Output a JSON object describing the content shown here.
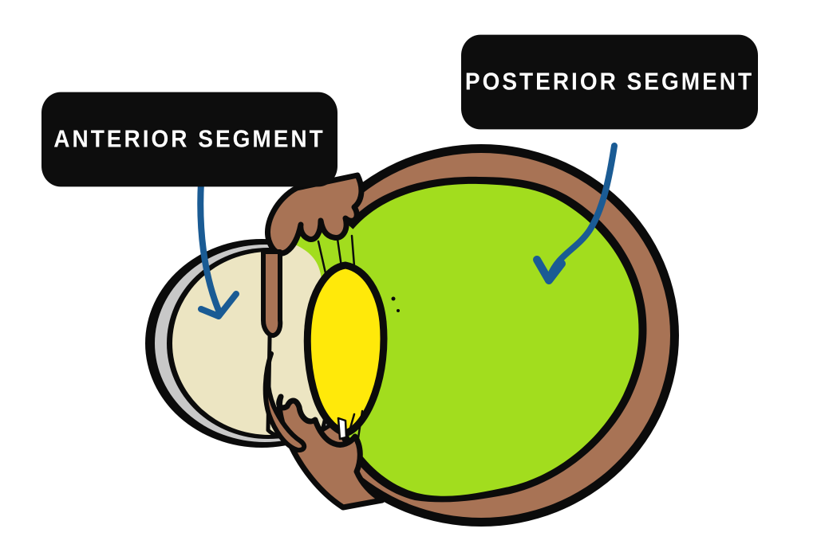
{
  "title": "Eye anatomy segments diagram",
  "labels": {
    "anterior": {
      "text": "ANTERIOR SEGMENT"
    },
    "posterior": {
      "text": "POSTERIOR SEGMENT"
    }
  },
  "colors": {
    "background": "#ffffff",
    "outline": "#0b0b0b",
    "label_bg": "#0d0d0d",
    "label_text": "#ffffff",
    "sclera_brown": "#a87355",
    "vitreous_green": "#a2dd1e",
    "aqueous_beige": "#ece5c2",
    "cornea_gray": "#c8c8c8",
    "lens_yellow": "#ffe90a",
    "arrow_blue": "#1a5b94",
    "notch_white": "#ffffff"
  },
  "icons": {
    "anterior_arrow": "curved-arrow-down-icon",
    "posterior_arrow": "curved-arrow-down-left-icon"
  }
}
